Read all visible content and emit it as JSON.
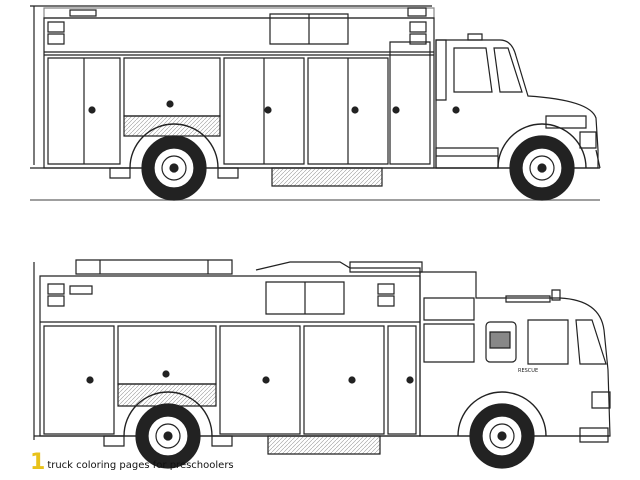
{
  "image": {
    "subject": "two fire trucks line-art coloring page",
    "colors": {
      "background": "#ffffff",
      "line": "#222222",
      "light_line": "#9a9a9a",
      "badge": "#e8c21a"
    }
  },
  "caption": {
    "badge": "1",
    "text": "truck coloring pages for preschoolers"
  },
  "truck_bottom": {
    "door_text": "RESCUE"
  }
}
